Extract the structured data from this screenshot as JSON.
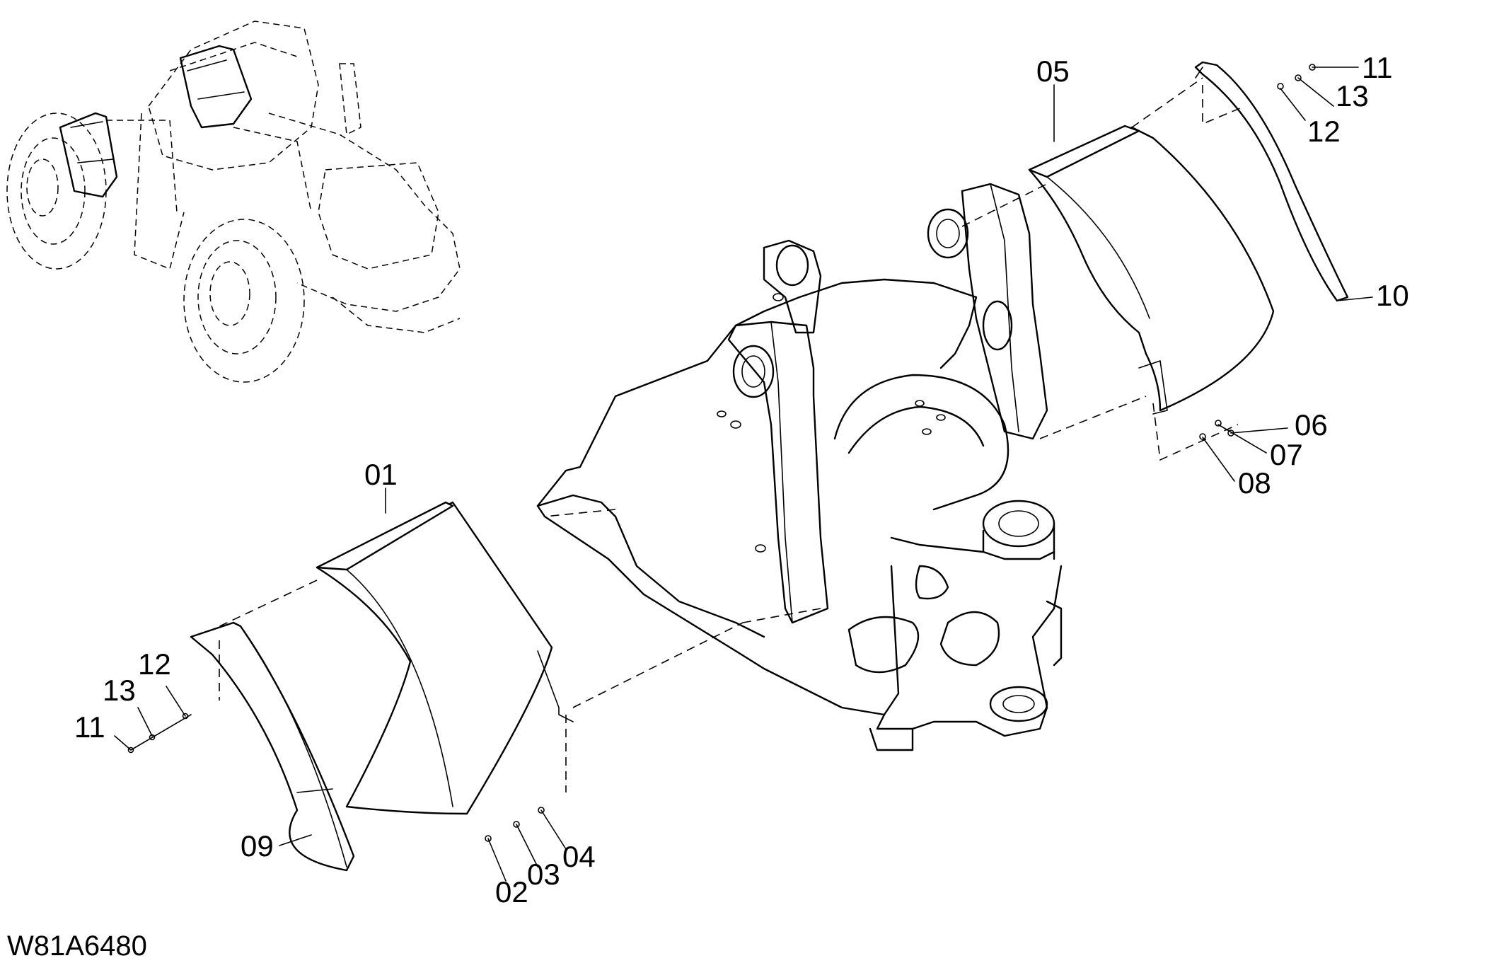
{
  "drawing_id": "W81A6480",
  "callouts": [
    {
      "id": "c01",
      "text": "01"
    },
    {
      "id": "c02",
      "text": "02"
    },
    {
      "id": "c03",
      "text": "03"
    },
    {
      "id": "c04",
      "text": "04"
    },
    {
      "id": "c05",
      "text": "05"
    },
    {
      "id": "c06",
      "text": "06"
    },
    {
      "id": "c07",
      "text": "07"
    },
    {
      "id": "c08",
      "text": "08"
    },
    {
      "id": "c09",
      "text": "09"
    },
    {
      "id": "c10",
      "text": "10"
    },
    {
      "id": "c11a",
      "text": "11"
    },
    {
      "id": "c12a",
      "text": "12"
    },
    {
      "id": "c13a",
      "text": "13"
    },
    {
      "id": "c11b",
      "text": "11"
    },
    {
      "id": "c12b",
      "text": "12"
    },
    {
      "id": "c13b",
      "text": "13"
    }
  ]
}
